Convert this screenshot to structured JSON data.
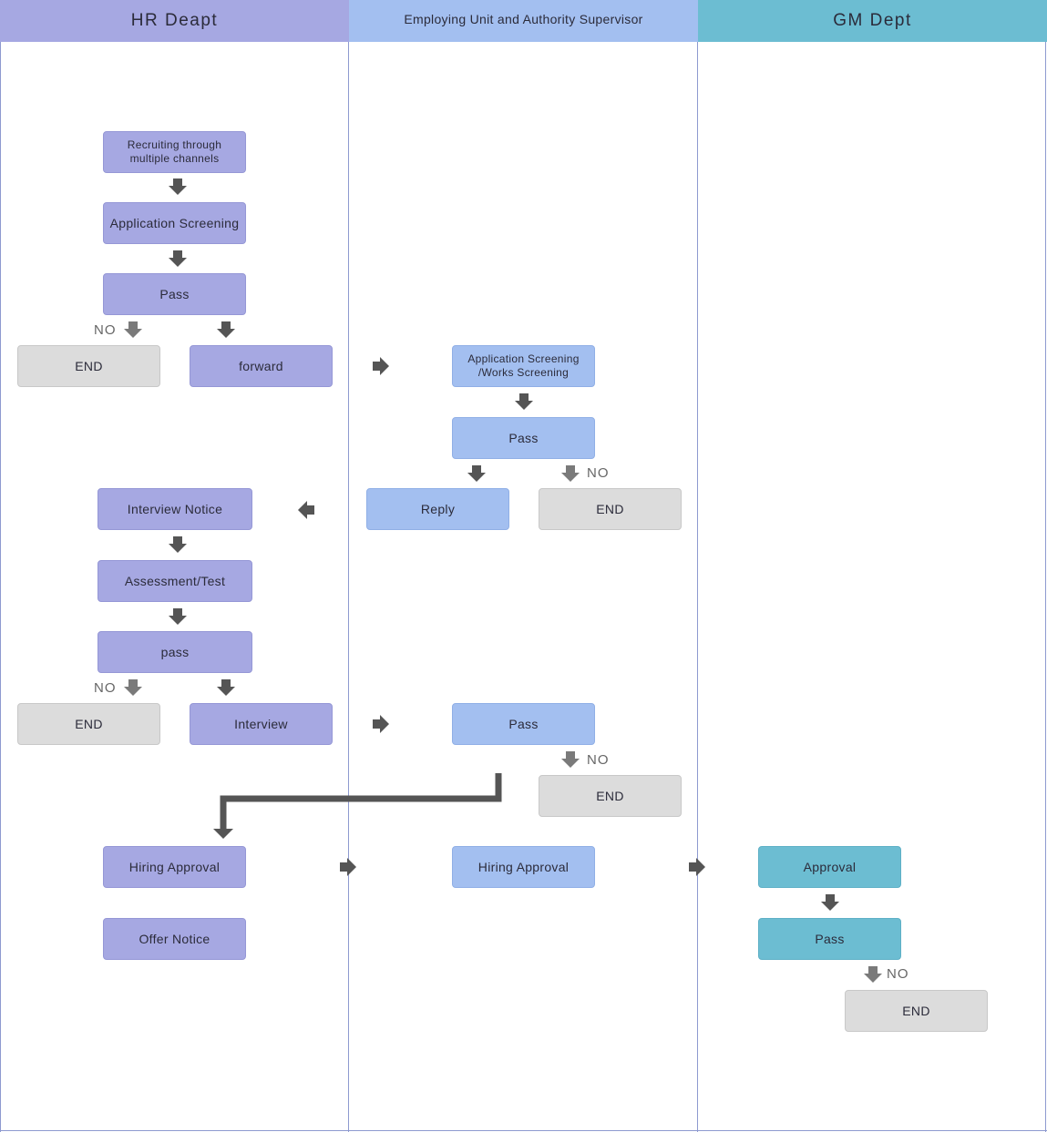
{
  "lanes": {
    "hr": "HR Deapt",
    "employing_unit": "Employing Unit and Authority Supervisor",
    "gm": "GM Dept"
  },
  "hr": {
    "recruiting_line1": "Recruiting through",
    "recruiting_line2": "multiple channels",
    "application_screening": "Application Screening",
    "pass_1": "Pass",
    "end_1": "END",
    "forward": "forward",
    "interview_notice": "Interview Notice",
    "assessment_test": "Assessment/Test",
    "pass_2": "pass",
    "end_2": "END",
    "interview": "Interview",
    "hiring_approval": "Hiring Approval",
    "offer_notice": "Offer Notice"
  },
  "employing_unit": {
    "screening_line1": "Application Screening",
    "screening_line2": "/Works Screening",
    "pass_1": "Pass",
    "reply": "Reply",
    "end_1": "END",
    "pass_2": "Pass",
    "end_2": "END",
    "hiring_approval": "Hiring Approval"
  },
  "gm": {
    "approval": "Approval",
    "pass": "Pass",
    "end": "END"
  },
  "no_label": "NO",
  "colors": {
    "hr": "#a6a8e2",
    "employing_unit": "#a3bff0",
    "gm": "#6cbdd2",
    "end": "#dcdcdc",
    "arrow": "#555555",
    "arrow_no": "#7a7a7a"
  }
}
